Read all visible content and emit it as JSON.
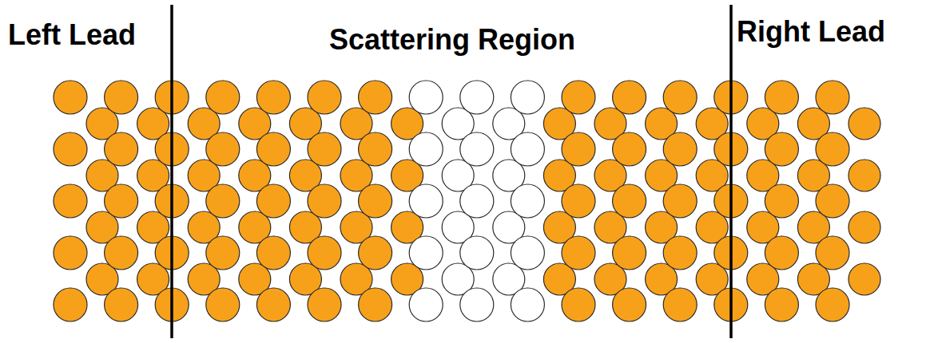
{
  "diagram": {
    "labels": [
      "Left Lead",
      "Scattering Region",
      "Right Lead"
    ]
  }
}
